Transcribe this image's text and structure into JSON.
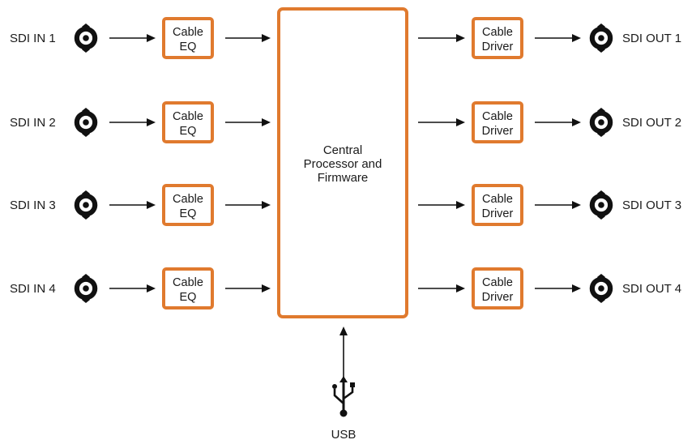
{
  "colors": {
    "accent": "#e07a2e",
    "line": "#111111",
    "text": "#1a1a1a"
  },
  "inputs": [
    {
      "label": "SDI IN 1",
      "eq": [
        "Cable",
        "EQ"
      ]
    },
    {
      "label": "SDI IN 2",
      "eq": [
        "Cable",
        "EQ"
      ]
    },
    {
      "label": "SDI IN 3",
      "eq": [
        "Cable",
        "EQ"
      ]
    },
    {
      "label": "SDI IN 4",
      "eq": [
        "Cable",
        "EQ"
      ]
    }
  ],
  "outputs": [
    {
      "label": "SDI OUT 1",
      "driver": [
        "Cable",
        "Driver"
      ]
    },
    {
      "label": "SDI OUT 2",
      "driver": [
        "Cable",
        "Driver"
      ]
    },
    {
      "label": "SDI OUT 3",
      "driver": [
        "Cable",
        "Driver"
      ]
    },
    {
      "label": "SDI OUT 4",
      "driver": [
        "Cable",
        "Driver"
      ]
    }
  ],
  "processor": {
    "lines": [
      "Central",
      "Processor and",
      "Firmware"
    ]
  },
  "usb": {
    "label": "USB",
    "icon": "usb-icon"
  },
  "connector_icon": "bnc-connector-icon"
}
